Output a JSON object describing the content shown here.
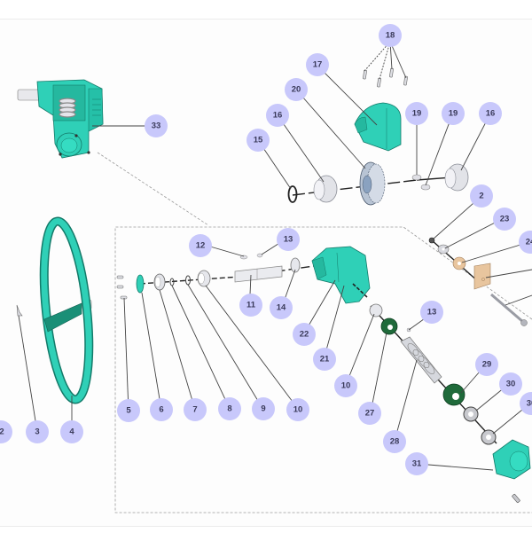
{
  "diagram": {
    "title": "Gearbox handwheel exploded parts view",
    "colors": {
      "callout_fill": "#c8c8fb",
      "callout_text": "#3a3a5a",
      "housing": "#2fd0b7",
      "housing_dark": "#1a9e88",
      "seal_green": "#1f6a3a",
      "steel": "#d9dbe0",
      "steel_dark": "#8d9099",
      "bronze": "#e9c9a6",
      "leader": "#444444",
      "dash_box": "#888888"
    },
    "callouts": [
      {
        "id": "c33",
        "label": "33"
      },
      {
        "id": "c18",
        "label": "18"
      },
      {
        "id": "c17",
        "label": "17"
      },
      {
        "id": "c20",
        "label": "20"
      },
      {
        "id": "c16a",
        "label": "16"
      },
      {
        "id": "c15",
        "label": "15"
      },
      {
        "id": "c19a",
        "label": "19"
      },
      {
        "id": "c19b",
        "label": "19"
      },
      {
        "id": "c16b",
        "label": "16"
      },
      {
        "id": "c2b",
        "label": "2"
      },
      {
        "id": "c23",
        "label": "23"
      },
      {
        "id": "c24",
        "label": "24"
      },
      {
        "id": "c12",
        "label": "12"
      },
      {
        "id": "c13a",
        "label": "13"
      },
      {
        "id": "c11",
        "label": "11"
      },
      {
        "id": "c14",
        "label": "14"
      },
      {
        "id": "c22",
        "label": "22"
      },
      {
        "id": "c21",
        "label": "21"
      },
      {
        "id": "c13b",
        "label": "13"
      },
      {
        "id": "c10a",
        "label": "10"
      },
      {
        "id": "c10b",
        "label": "10"
      },
      {
        "id": "c27",
        "label": "27"
      },
      {
        "id": "c28",
        "label": "28"
      },
      {
        "id": "c29",
        "label": "29"
      },
      {
        "id": "c30a",
        "label": "30"
      },
      {
        "id": "c30b",
        "label": "30"
      },
      {
        "id": "c31",
        "label": "31"
      },
      {
        "id": "c5",
        "label": "5"
      },
      {
        "id": "c6",
        "label": "6"
      },
      {
        "id": "c7",
        "label": "7"
      },
      {
        "id": "c8",
        "label": "8"
      },
      {
        "id": "c9",
        "label": "9"
      },
      {
        "id": "c2a",
        "label": "2"
      },
      {
        "id": "c3",
        "label": "3"
      },
      {
        "id": "c4",
        "label": "4"
      }
    ]
  }
}
